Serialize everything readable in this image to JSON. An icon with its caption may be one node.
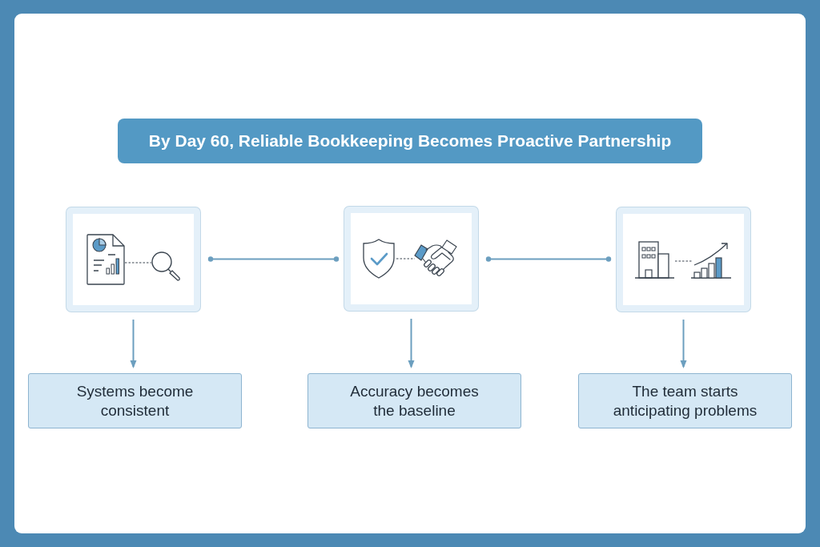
{
  "diagram": {
    "title": "By Day 60, Reliable Bookkeeping Becomes Proactive Partnership",
    "nodes": [
      {
        "text": [],
        "shape": "picture"
      },
      {
        "text": [],
        "shape": "picture"
      },
      {
        "text": [],
        "shape": "picture"
      },
      {
        "text": [
          "Systems become consistent"
        ]
      },
      {
        "text": [
          "Accuracy becomes the baseline"
        ]
      },
      {
        "text": [
          "The team starts anticipating problems"
        ]
      }
    ],
    "edges": [
      {
        "from": 0,
        "to": 1,
        "arrow": "other"
      },
      {
        "from": 1,
        "to": 2,
        "arrow": "other"
      },
      {
        "from": 0,
        "to": 3,
        "arrow": "to"
      },
      {
        "from": 1,
        "to": 4,
        "arrow": "to"
      },
      {
        "from": 2,
        "to": 5,
        "arrow": "to"
      }
    ]
  }
}
